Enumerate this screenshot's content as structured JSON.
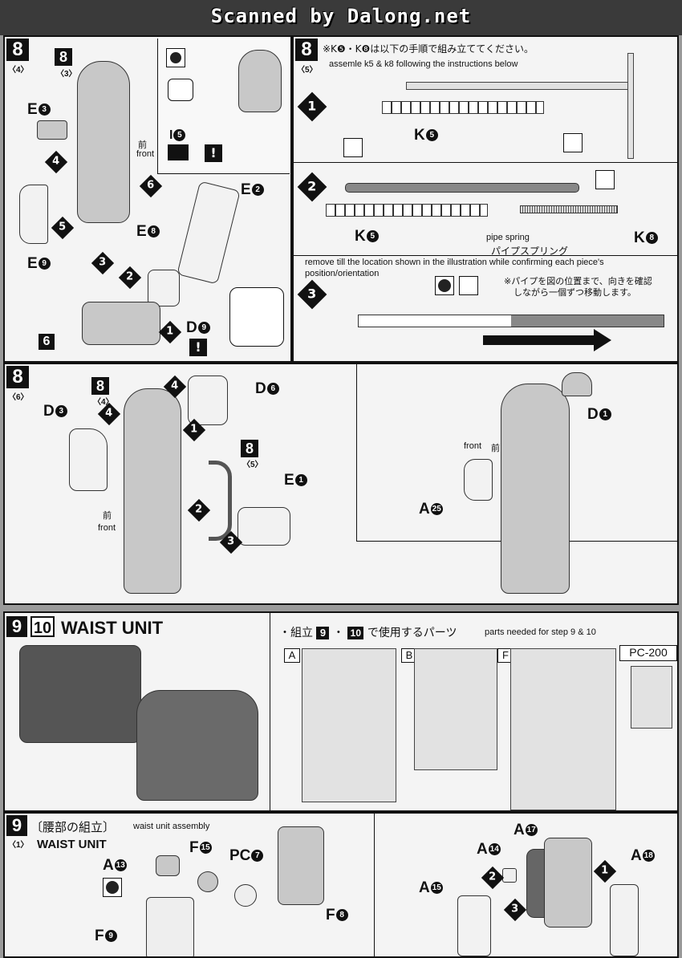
{
  "banner": {
    "text": "Scanned by Dalong.net"
  },
  "step8_4": {
    "step": "8",
    "sub": "〈4〉",
    "ref_step": "8",
    "ref_sub": "〈3〉",
    "front_jp": "前",
    "front_en": "front",
    "parts": {
      "e3": "E",
      "e3n": "3",
      "e2": "E",
      "e2n": "2",
      "e8": "E",
      "e8n": "8",
      "e9": "E",
      "e9n": "9",
      "d9": "D",
      "d9n": "9",
      "i5": "I",
      "i5n": "5",
      "six": "6"
    },
    "arrows": [
      "1",
      "2",
      "3",
      "4",
      "5",
      "6"
    ],
    "warn": "!"
  },
  "step8_5": {
    "step": "8",
    "sub": "〈5〉",
    "note_jp": "※K❺・K❽は以下の手順で組み立ててください。",
    "note_en": "assemle k5 & k8 following the instructions below",
    "k5": "K",
    "k5n": "5",
    "k8": "K",
    "k8n": "8",
    "k5b": "K",
    "k5bn": "5",
    "pipe_en": "pipe spring",
    "pipe_jp": "パイプスプリング",
    "remove_en": "remove till the location shown in the illustration while confirming each piece's position/orientation",
    "remove_jp1": "※パイプを図の位置まで、向きを確認",
    "remove_jp2": "しながら一個ずつ移動します。",
    "substeps": [
      "1",
      "2",
      "3"
    ]
  },
  "step8_6": {
    "step": "8",
    "sub": "〈6〉",
    "ref_step": "8",
    "ref_sub": "〈4〉",
    "ref2_step": "8",
    "ref2_sub": "〈5〉",
    "d3": "D",
    "d3n": "3",
    "d6": "D",
    "d6n": "6",
    "e1": "E",
    "e1n": "1",
    "d1": "D",
    "d1n": "1",
    "a25": "A",
    "a25n": "25",
    "front_jp": "前",
    "front_en": "front",
    "front2_en": "front",
    "front2_jp": "前"
  },
  "waist_header": {
    "step9": "9",
    "step10": "10",
    "title": "WAIST UNIT",
    "parts_jp": "・組立",
    "parts_jp_mid": "・",
    "parts_jp2": "で使用するパーツ",
    "parts_en": "parts needed for step 9 & 10",
    "runners": [
      "A",
      "B",
      "F"
    ],
    "pc": "PC-200"
  },
  "step9_1": {
    "step": "9",
    "sub": "〈1〉",
    "title_jp": "〔腰部の組立〕",
    "title_en": "waist unit assembly",
    "subtitle": "WAIST UNIT",
    "a13": "A",
    "a13n": "13",
    "f15": "F",
    "f15n": "15",
    "pc7": "PC",
    "pc7n": "7",
    "f8": "F",
    "f8n": "8",
    "f9": "F",
    "f9n": "9",
    "a17": "A",
    "a17n": "17",
    "a14": "A",
    "a14n": "14",
    "a18": "A",
    "a18n": "18",
    "a15": "A",
    "a15n": "15",
    "arrows": [
      "1",
      "2",
      "3"
    ]
  }
}
